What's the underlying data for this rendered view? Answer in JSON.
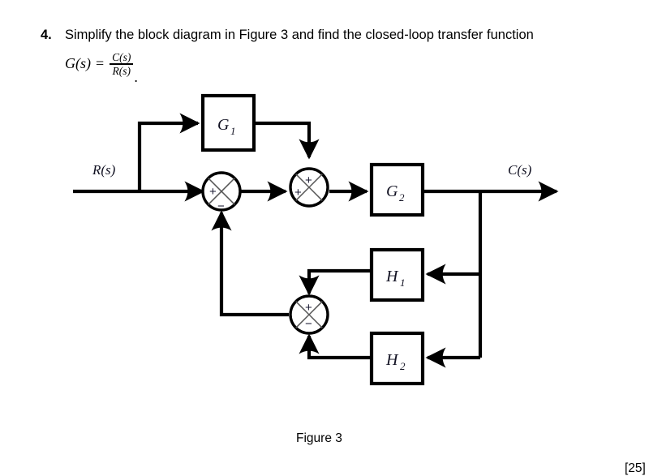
{
  "question": {
    "number": "4.",
    "text": "Simplify the block diagram in Figure 3 and find the closed-loop transfer function",
    "formula": {
      "lhs": "G(s)",
      "equals": "=",
      "numerator": "C(s)",
      "denominator": "R(s)",
      "trailing_punctuation": "."
    }
  },
  "diagram": {
    "input_label": "R(s)",
    "output_label": "C(s)",
    "blocks": [
      {
        "id": "G1",
        "base": "G",
        "subscript": "1"
      },
      {
        "id": "G2",
        "base": "G",
        "subscript": "2"
      },
      {
        "id": "H1",
        "base": "H",
        "subscript": "1"
      },
      {
        "id": "H2",
        "base": "H",
        "subscript": "2"
      }
    ],
    "summing_junctions": [
      {
        "id": "sum1",
        "signs": {
          "left": "+",
          "bottom": "−"
        }
      },
      {
        "id": "sum2",
        "signs": {
          "top": "+",
          "left": "+"
        }
      },
      {
        "id": "sum3",
        "signs": {
          "top": "+",
          "bottom": "−"
        }
      }
    ]
  },
  "caption": {
    "figure": "Figure 3"
  },
  "marks": {
    "value": "[25]"
  },
  "colors": {
    "line": "#000000",
    "background": "#ffffff",
    "math_ink": "#111122"
  }
}
